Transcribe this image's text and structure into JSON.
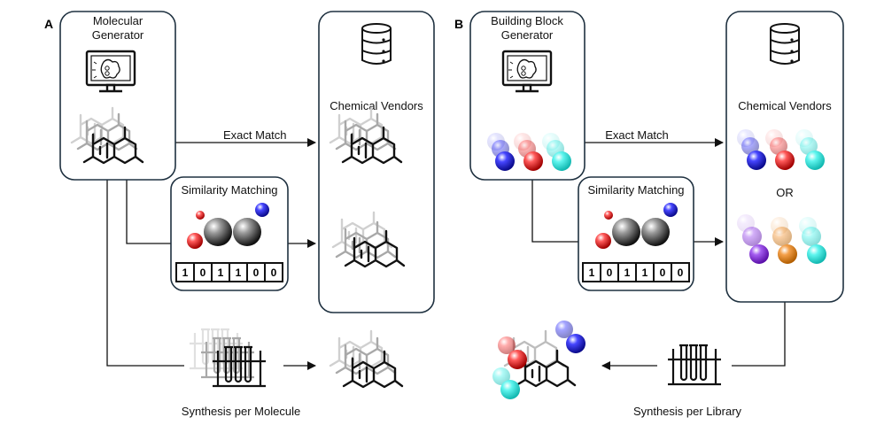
{
  "panel_a": {
    "letter": "A",
    "generator_line1": "Molecular",
    "generator_line2": "Generator",
    "vendors": "Chemical Vendors",
    "exact_match": "Exact Match",
    "similarity": "Similarity Matching",
    "synthesis": "Synthesis per Molecule",
    "bits": [
      "1",
      "0",
      "1",
      "1",
      "0",
      "0"
    ]
  },
  "panel_b": {
    "letter": "B",
    "generator_line1": "Building Block",
    "generator_line2": "Generator",
    "vendors": "Chemical Vendors",
    "exact_match": "Exact Match",
    "similarity": "Similarity Matching",
    "or_label": "OR",
    "synthesis": "Synthesis per Library",
    "bits": [
      "1",
      "0",
      "1",
      "1",
      "0",
      "0"
    ]
  },
  "colors": {
    "box_stroke": "#1f3140",
    "bb_blue": "#2323d6",
    "bb_red": "#d81e1e",
    "bb_cyan": "#2ee8e0",
    "bb_purple": "#8a2be2",
    "bb_orange": "#ea8a1f"
  }
}
